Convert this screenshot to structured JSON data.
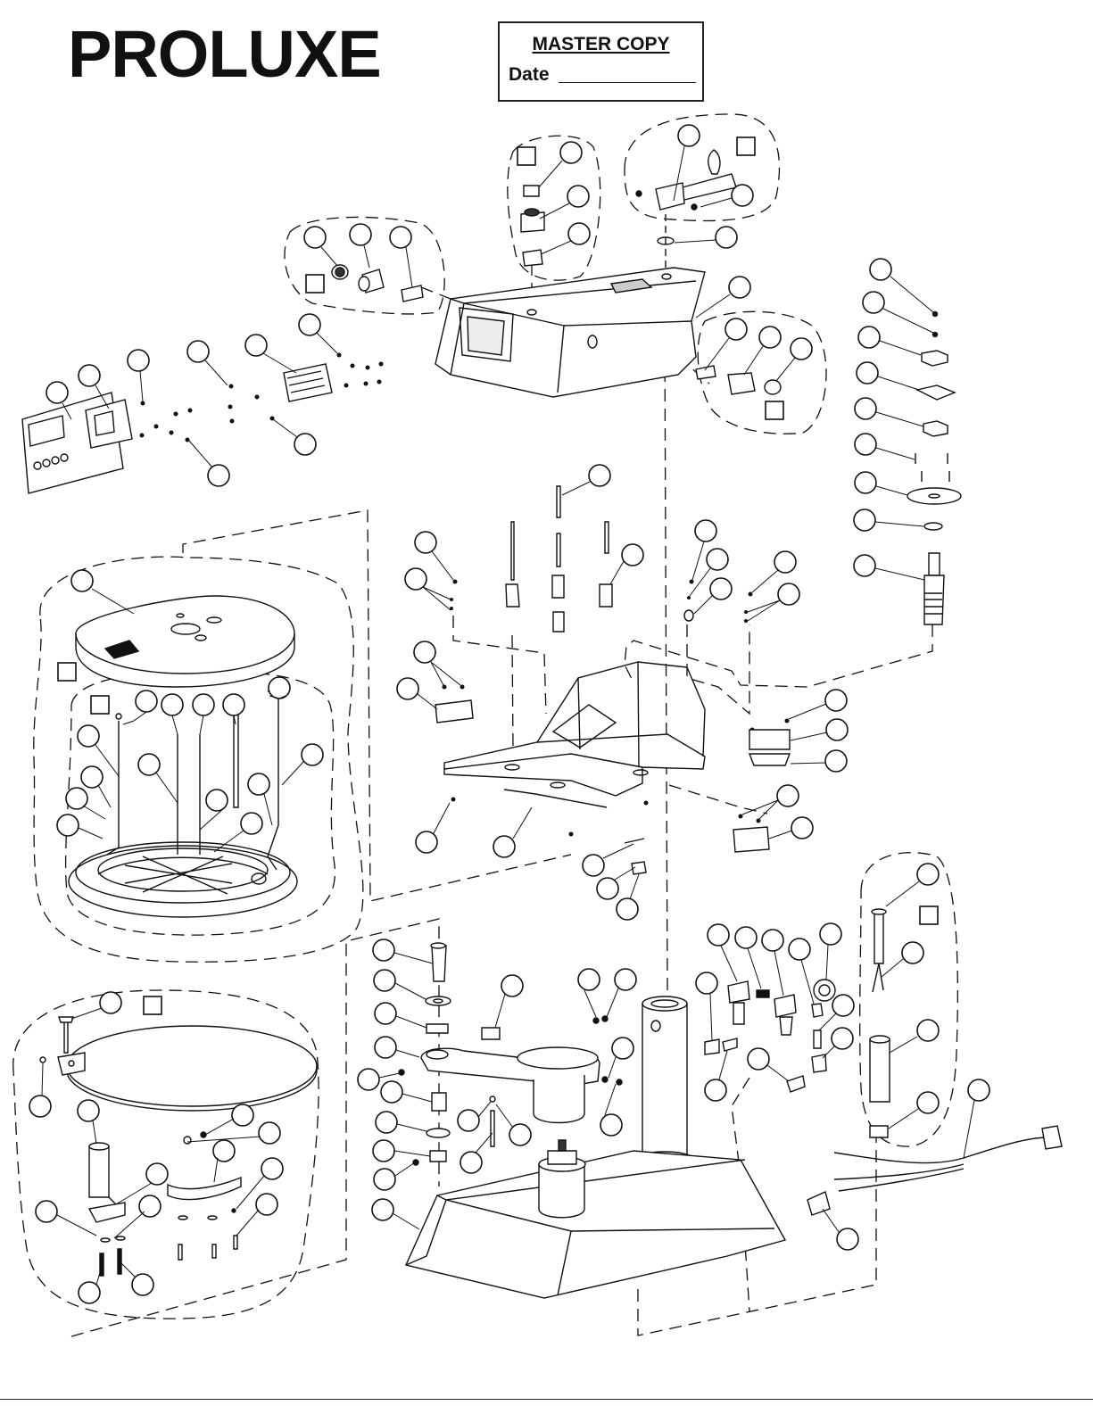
{
  "brand": {
    "logo_text": "PROLUXE"
  },
  "stamp": {
    "title": "MASTER COPY",
    "date_label": "Date"
  },
  "colors": {
    "ink": "#111111",
    "paper": "#ffffff",
    "fill": "#f2f2f2"
  }
}
